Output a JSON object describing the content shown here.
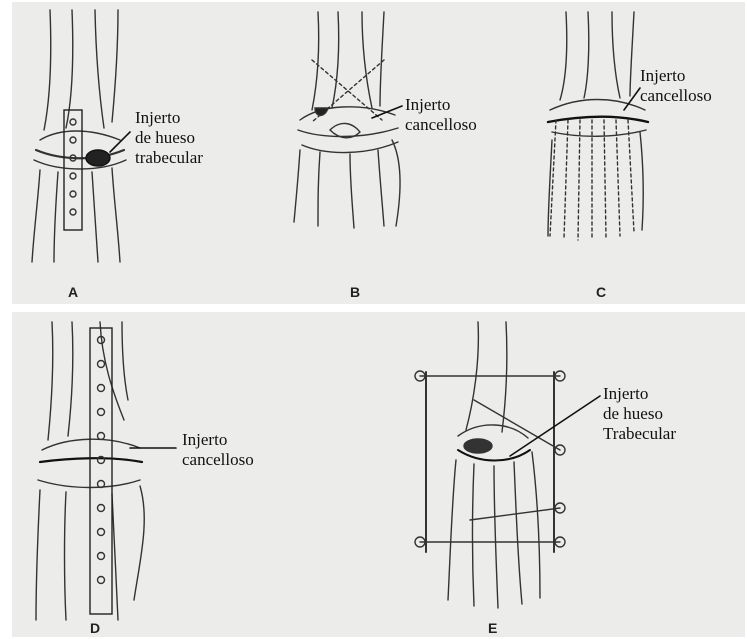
{
  "panels": {
    "A": {
      "letter": "A",
      "label": "Injerto\nde hueso\ntrabecular"
    },
    "B": {
      "letter": "B",
      "label": "Injerto\ncancelloso"
    },
    "C": {
      "letter": "C",
      "label": "Injerto\ncancelloso"
    },
    "D": {
      "letter": "D",
      "label": "Injerto\ncancelloso"
    },
    "E": {
      "letter": "E",
      "label": "Injerto\nde hueso\nTrabecular"
    }
  }
}
